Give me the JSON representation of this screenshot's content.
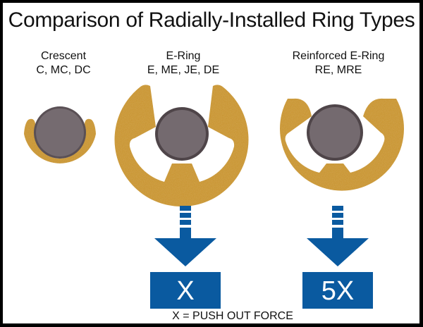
{
  "title": "Comparison of Radially-Installed Ring Types",
  "rings": [
    {
      "name": "Crescent",
      "codes": "C, MC, DC"
    },
    {
      "name": "E-Ring",
      "codes": "E, ME, JE, DE",
      "force": "X"
    },
    {
      "name": "Reinforced E-Ring",
      "codes": "RE, MRE",
      "force": "5X"
    }
  ],
  "footer": "X = PUSH OUT FORCE",
  "colors": {
    "ring": "#c8922a",
    "shaft": "#6e6468",
    "arrow": "#0a5aa0",
    "frame": "#000000"
  }
}
